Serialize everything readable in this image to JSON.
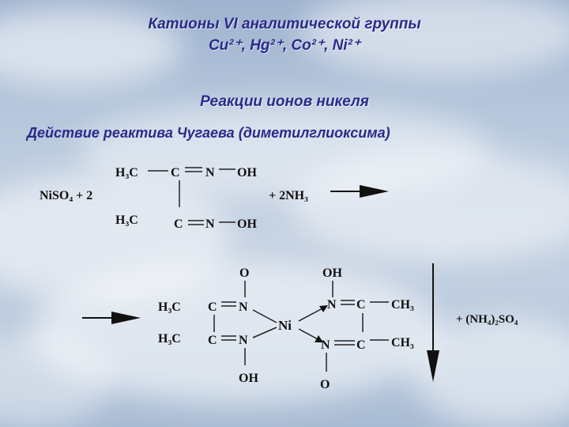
{
  "header": {
    "title": "Катионы VI аналитической группы",
    "cations": "Cu²⁺, Hg²⁺, Co²⁺, Ni²⁺",
    "section": "Реакции ионов никеля",
    "reagent_action": "Действие реактива Чугаева (диметилглиоксима)"
  },
  "reaction": {
    "salt": "NiSO₄ + 2",
    "ammonia": "+ 2NH₃",
    "byproduct": "+ (NH₄)₂SO₄",
    "dmg_methyl_top": "H₃C",
    "dmg_methyl_bottom": "H₃C",
    "dmg_c": "C",
    "dmg_n": "N",
    "dmg_oh": "OH",
    "complex_metal": "Ni",
    "complex_o": "O",
    "complex_oh": "OH",
    "complex_methyl_left": "H₃C",
    "complex_methyl_right": "CH₃",
    "complex_c": "C",
    "complex_n": "N"
  },
  "colors": {
    "title": "#2a2a8a",
    "sky": "#b9c9dd",
    "ink": "#111111"
  }
}
